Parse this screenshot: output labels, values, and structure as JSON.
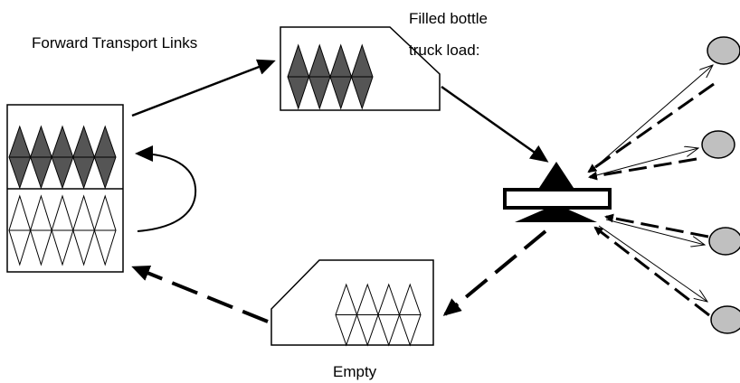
{
  "labels": {
    "forward_links": "Forward Transport Links",
    "filled_line1": "Filled bottle",
    "filled_line2": "truck load:",
    "empty": "Empty"
  },
  "colors": {
    "stroke": "#000000",
    "filled_diamond": "#555555",
    "empty_diamond": "#ffffff",
    "customer_node": "#c0c0c0"
  },
  "diagram": {
    "depot_filled_count": 5,
    "depot_empty_count": 5,
    "truck_filled_count": 4,
    "truck_empty_count": 4,
    "customer_count": 4
  }
}
